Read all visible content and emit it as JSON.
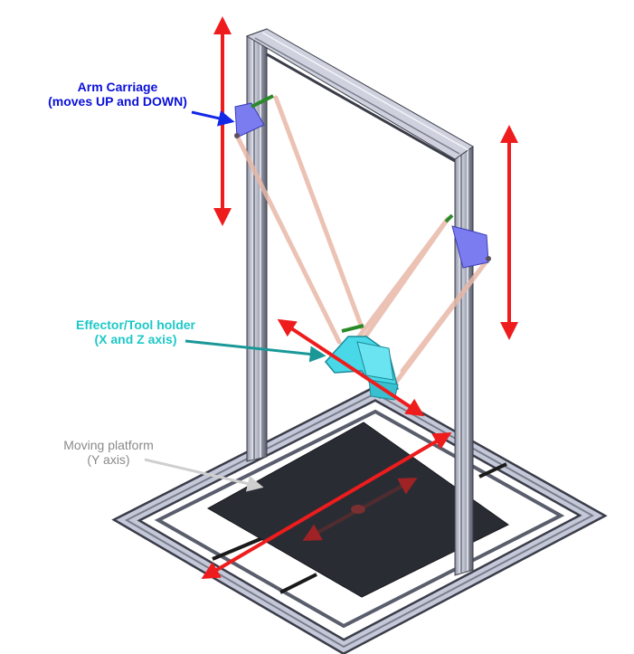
{
  "labels": {
    "carriage": {
      "line1": "Arm Carriage",
      "line2": "(moves UP and DOWN)",
      "color": "#0a10d8"
    },
    "effector": {
      "line1": "Effector/Tool holder",
      "line2": "(X and Z axis)",
      "color": "#1ec8c8"
    },
    "platform": {
      "line1": "Moving platform",
      "line2": "(Y axis)",
      "color": "#8a8a8a"
    }
  },
  "colors": {
    "frame": "#c4c8d8",
    "frame_dark": "#3a3c48",
    "arrow": "#ee1c1c",
    "carriage": "#7a7cf0",
    "effector": "#48d8e8",
    "rods": "#e8b8a8",
    "platform": "#2a2c34",
    "pointer_carriage": "#1428e8",
    "pointer_effector": "#1a9898",
    "pointer_platform": "#c8c8c8"
  },
  "icons": [
    "double-arrow-icon"
  ]
}
